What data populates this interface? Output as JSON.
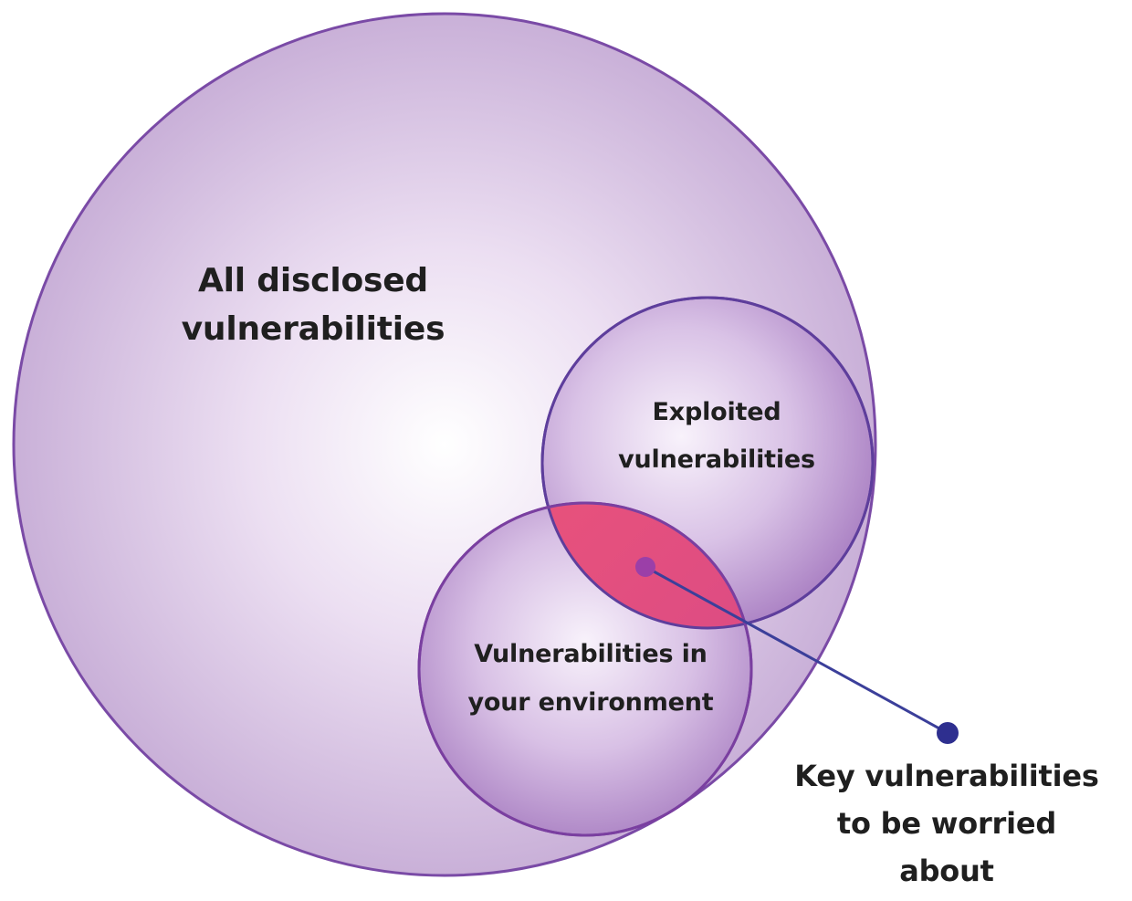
{
  "diagram": {
    "outer_circle": {
      "line1": "All disclosed",
      "line2": "vulnerabilities"
    },
    "exploited_circle": {
      "line1": "Exploited",
      "line2": "vulnerabilities"
    },
    "environment_circle": {
      "line1": "Vulnerabilities in",
      "line2": "your environment"
    },
    "callout": {
      "line1": "Key vulnerabilities",
      "line2": "to be worried",
      "line3": "about"
    },
    "colors": {
      "outer_fill_center": "#ffffff",
      "outer_fill_edge": "#cdb5da",
      "circle_stroke": "#6a3f9a",
      "inner_fill_center": "#f7f0fa",
      "inner_fill_edge": "#b48ecb",
      "intersection_fill": "#e8507a",
      "callout_line": "#3b3f9a",
      "callout_dot_start": "#9b3fa8",
      "callout_dot_end": "#2e2f8f",
      "text": "#1f1f1f"
    }
  }
}
